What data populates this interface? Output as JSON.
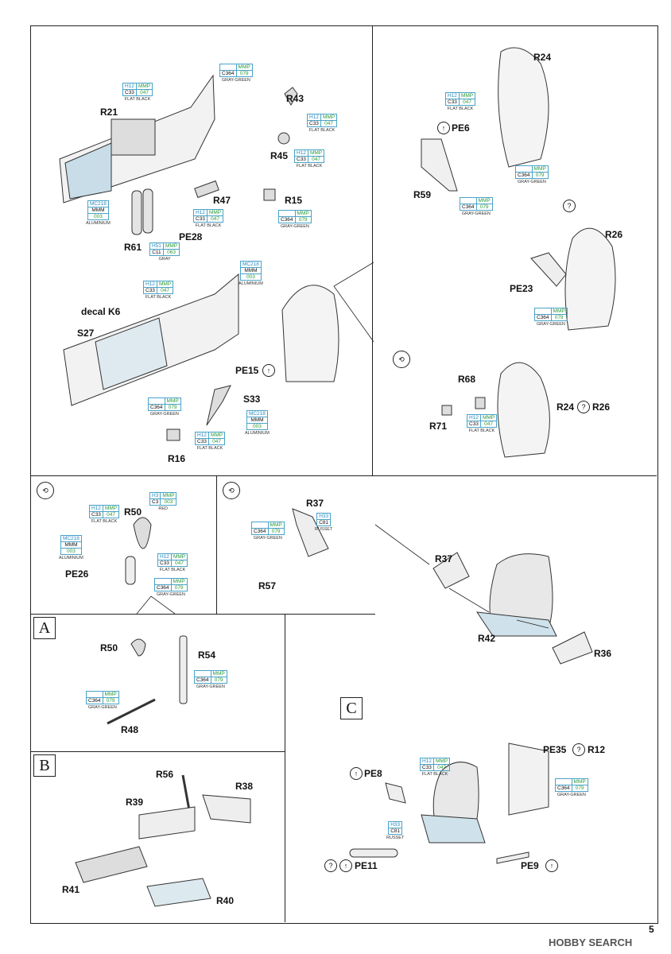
{
  "page_number": "5",
  "watermark": "HOBBY SEARCH",
  "panel_letters": {
    "a": "A",
    "b": "B",
    "c": "C"
  },
  "parts": {
    "r21": "R21",
    "r43": "R43",
    "r45": "R45",
    "r47": "R47",
    "r15": "R15",
    "r61": "R61",
    "pe28": "PE28",
    "decal_k6": "decal K6",
    "s27": "S27",
    "pe15": "PE15",
    "s33": "S33",
    "r16": "R16",
    "r24": "R24",
    "pe6": "PE6",
    "r59": "R59",
    "r26": "R26",
    "pe23": "PE23",
    "r68": "R68",
    "r71": "R71",
    "r24_r26_left": "R24",
    "r24_r26_right": "R26",
    "r50": "R50",
    "pe26": "PE26",
    "r37": "R37",
    "r57": "R57",
    "r37b": "R37",
    "r42": "R42",
    "r36": "R36",
    "r50a": "R50",
    "r54": "R54",
    "r48": "R48",
    "r56": "R56",
    "r38": "R38",
    "r39": "R39",
    "r41": "R41",
    "r40": "R40",
    "pe35": "PE35",
    "r12": "R12",
    "pe8": "PE8",
    "pe11": "PE11",
    "pe9": "PE9"
  },
  "paints": {
    "p1": {
      "a": "",
      "b": "MMP",
      "c": "C364",
      "d": "079",
      "name": "GRAY-GREEN"
    },
    "p2": {
      "a": "H12",
      "b": "MMP",
      "c": "C33",
      "d": "047",
      "name": "FLAT BLACK"
    },
    "p3": {
      "a": "H12",
      "b": "MMP",
      "c": "C33",
      "d": "047",
      "name": "FLAT BLACK"
    },
    "p4": {
      "a": "H12",
      "b": "MMP",
      "c": "C33",
      "d": "047",
      "name": "FLAT BLACK"
    },
    "p5": {
      "a": "",
      "b": "MMP",
      "c": "C364",
      "d": "079",
      "name": "GRAY-GREEN"
    },
    "p6": {
      "a": "H12",
      "b": "MMP",
      "c": "C33",
      "d": "047",
      "name": "FLAT BLACK"
    },
    "p7": {
      "a": "MC218",
      "b": "",
      "c": "MMM",
      "d": "003",
      "name": "ALUMINIUM"
    },
    "p8": {
      "a": "H51",
      "b": "MMP",
      "c": "C11",
      "d": "063",
      "name": "GRAY"
    },
    "p9": {
      "a": "MC218",
      "b": "",
      "c": "MMM",
      "d": "003",
      "name": "ALUMINIUM"
    },
    "p10": {
      "a": "H12",
      "b": "MMP",
      "c": "C33",
      "d": "047",
      "name": "FLAT BLACK"
    },
    "p11": {
      "a": "",
      "b": "MMP",
      "c": "C364",
      "d": "079",
      "name": "GRAY-GREEN"
    },
    "p12": {
      "a": "MC218",
      "b": "",
      "c": "MMM",
      "d": "003",
      "name": "ALUMINIUM"
    },
    "p13": {
      "a": "H12",
      "b": "MMP",
      "c": "C33",
      "d": "047",
      "name": "FLAT BLACK"
    },
    "p14": {
      "a": "H12",
      "b": "MMP",
      "c": "C33",
      "d": "047",
      "name": "FLAT BLACK"
    },
    "p15": {
      "a": "",
      "b": "MMP",
      "c": "C364",
      "d": "079",
      "name": "GRAY-GREEN"
    },
    "p16": {
      "a": "H12",
      "b": "MMP",
      "c": "C33",
      "d": "047",
      "name": "FLAT BLACK"
    },
    "p17": {
      "a": "",
      "b": "MMP",
      "c": "C364",
      "d": "079",
      "name": "GRAY-GREEN"
    },
    "p18": {
      "a": "",
      "b": "MMP",
      "c": "C364",
      "d": "079",
      "name": "GRAY-GREEN"
    },
    "p19": {
      "a": "H12",
      "b": "MMP",
      "c": "C33",
      "d": "047",
      "name": "FLAT BLACK"
    },
    "p20": {
      "a": "H3",
      "b": "MMP",
      "c": "C3",
      "d": "003",
      "name": "RED"
    },
    "p21": {
      "a": "MC218",
      "b": "",
      "c": "MMM",
      "d": "003",
      "name": "ALUMINIUM"
    },
    "p22": {
      "a": "H12",
      "b": "MMP",
      "c": "C33",
      "d": "047",
      "name": "FLAT BLACK"
    },
    "p23": {
      "a": "",
      "b": "MMP",
      "c": "C364",
      "d": "079",
      "name": "GRAY-GREEN"
    },
    "p24": {
      "a": "",
      "b": "MMP",
      "c": "C364",
      "d": "079",
      "name": "GRAY-GREEN"
    },
    "p25": {
      "a": "H33",
      "b": "",
      "c": "C81",
      "d": "",
      "name": "RUSSET"
    },
    "p26": {
      "a": "",
      "b": "MMP",
      "c": "C364",
      "d": "079",
      "name": "GRAY-GREEN"
    },
    "p27": {
      "a": "H12",
      "b": "MMP",
      "c": "C33",
      "d": "047",
      "name": "FLAT BLACK"
    },
    "p28": {
      "a": "",
      "b": "MMP",
      "c": "C364",
      "d": "079",
      "name": "GRAY-GREEN"
    },
    "p29": {
      "a": "H33",
      "b": "",
      "c": "C81",
      "d": "",
      "name": "RUSSET"
    },
    "p30": {
      "a": "",
      "b": "MMP",
      "c": "C364",
      "d": "079",
      "name": "GRAY-GREEN"
    }
  },
  "symbols": {
    "rotate": "rotate-icon",
    "optional": "question-icon",
    "photoetch": "photoetch-icon"
  }
}
